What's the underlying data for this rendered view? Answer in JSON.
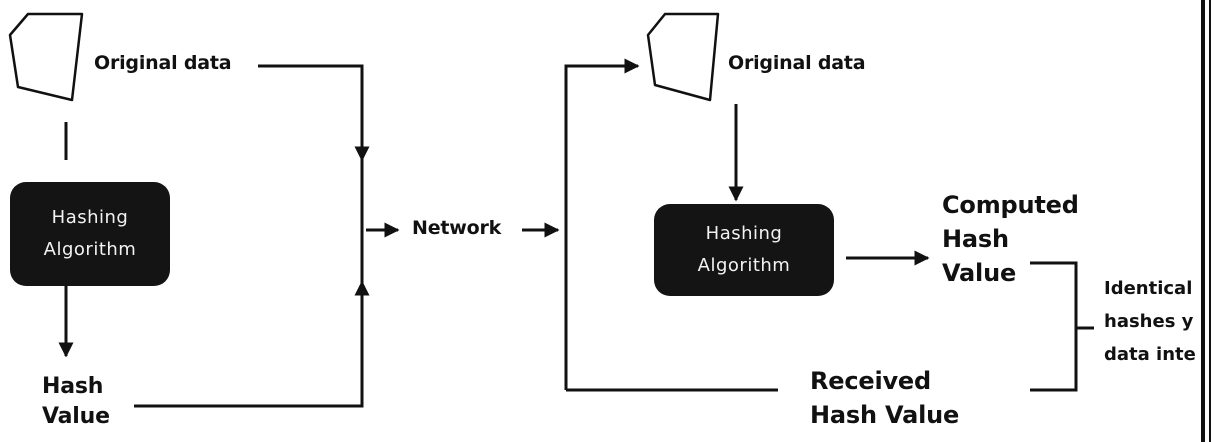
{
  "left": {
    "original_data": "Original data",
    "algo_line1": "Hashing",
    "algo_line2": "Algorithm",
    "hash_line1": "Hash",
    "hash_line2": "Value"
  },
  "network": "Network",
  "right": {
    "original_data": "Original data",
    "algo_line1": "Hashing",
    "algo_line2": "Algorithm",
    "computed_line1": "Computed",
    "computed_line2": "Hash",
    "computed_line3": "Value",
    "received_line1": "Received",
    "received_line2": "Hash Value"
  },
  "result": {
    "line1": "Identical",
    "line2": "hashes y",
    "line3": "data inte"
  }
}
